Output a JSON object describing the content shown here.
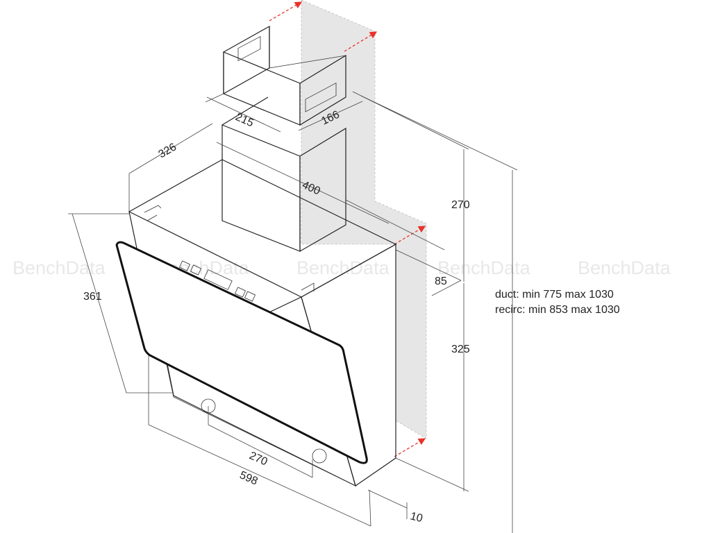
{
  "watermark": "BenchData",
  "dimensions": {
    "chimney_width": "215",
    "chimney_depth": "166",
    "hood_depth_top": "326",
    "chimney_offset": "400",
    "chimney_height": "270",
    "wall_gap": "85",
    "hood_height": "325",
    "glass_height": "361",
    "fixing_spacing": "270",
    "hood_width": "598",
    "bottom_offset": "10"
  },
  "notes": {
    "duct": "duct: min 775 max 1030",
    "recirc": "recirc: min 853 max 1030"
  },
  "colors": {
    "wall_fill": "#e6e6e6",
    "arrow_red": "#e8322a",
    "line": "#222222"
  }
}
